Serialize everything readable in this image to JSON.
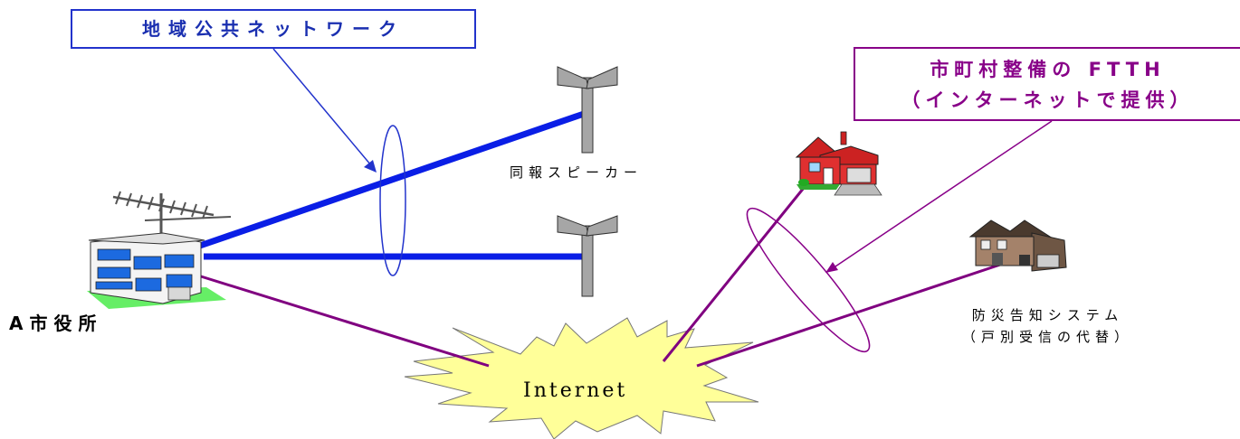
{
  "network_box": {
    "label": "地域公共ネットワーク"
  },
  "ftth_box": {
    "line1": "市町村整備の FTTH",
    "line2": "（インターネットで提供）"
  },
  "city_hall": {
    "label": "A市役所"
  },
  "speaker": {
    "label": "同報スピーカー"
  },
  "bousai": {
    "line1": "防災告知システム",
    "line2": "（戸別受信の代替）"
  },
  "internet": {
    "label": "Internet"
  },
  "colors": {
    "network_blue": "#0a1ee6",
    "network_text": "#1a2fb0",
    "ftth_purple": "#880088",
    "internet_fill": "#ffff99",
    "pole_gray": "#a6a6a6"
  }
}
